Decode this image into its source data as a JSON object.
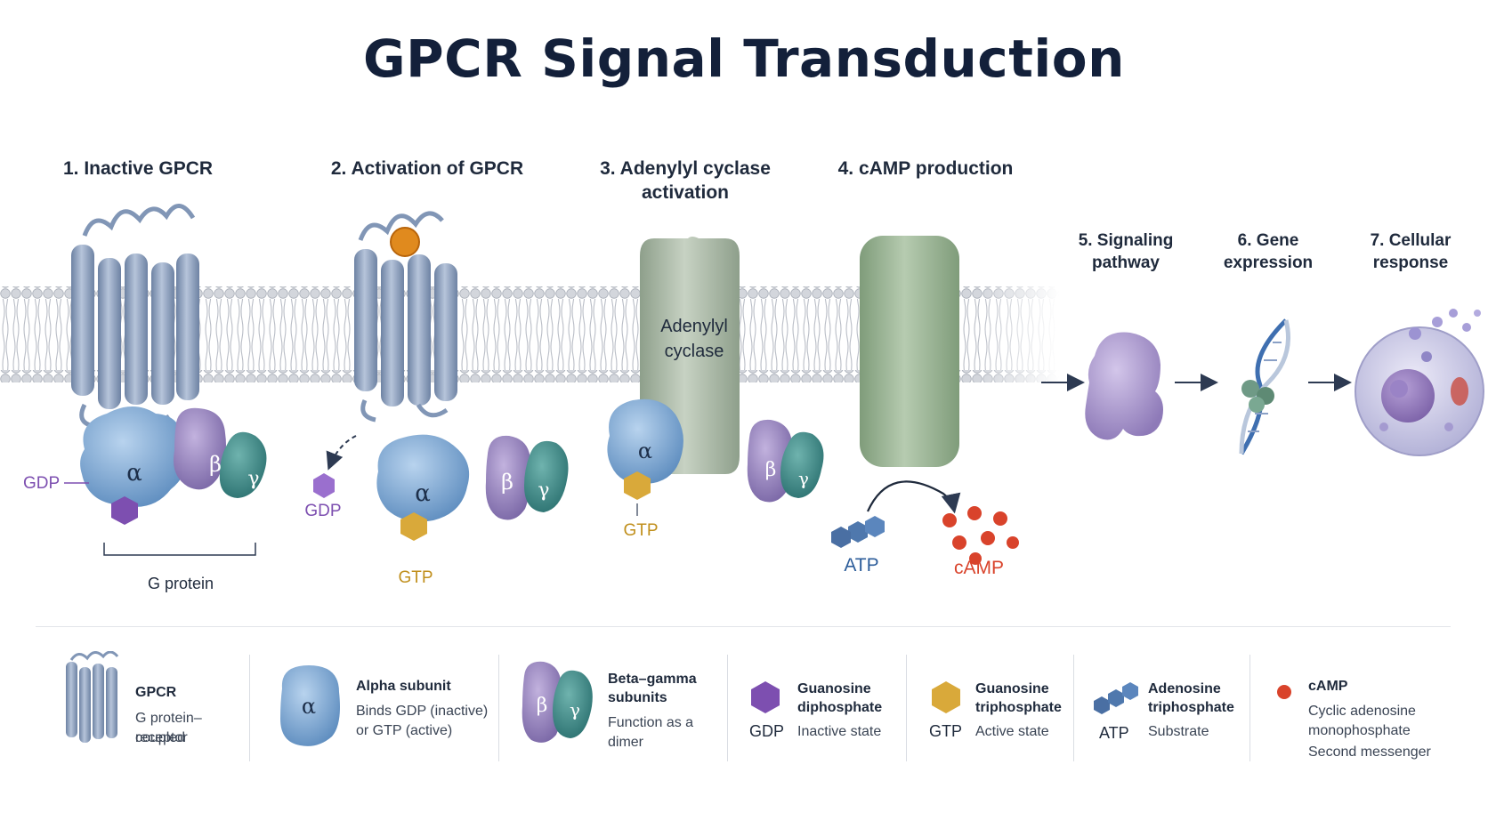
{
  "title": "GPCR Signal Transduction",
  "steps": {
    "s1": "1. Inactive GPCR",
    "s2": "2. Activation of GPCR",
    "s3_line1": "3. Adenylyl cyclase",
    "s3_line2": "activation",
    "s4": "4. cAMP production",
    "s5_line1": "5. Signaling",
    "s5_line2": "pathway",
    "s6_line1": "6. Gene",
    "s6_line2": "expression",
    "s7_line1": "7. Cellular",
    "s7_line2": "response"
  },
  "labels": {
    "gdp": "GDP",
    "gtp": "GTP",
    "atp": "ATP",
    "camp": "cAMP",
    "g_protein": "G protein",
    "adenylyl_line1": "Adenylyl",
    "adenylyl_line2": "cyclase",
    "alpha": "α",
    "beta": "β",
    "gamma": "γ"
  },
  "legend": {
    "gpcr": {
      "title": "GPCR",
      "line1": "G protein–coupled",
      "line2": "receptor"
    },
    "alpha": {
      "title": "Alpha subunit",
      "line1": "Binds GDP (inactive)",
      "line2": "or GTP (active)"
    },
    "betagamma": {
      "title_line1": "Beta–gamma",
      "title_line2": "subunits",
      "line1": "Function as a",
      "line2": "dimer"
    },
    "gdp": {
      "title_line1": "Guanosine",
      "title_line2": "diphosphate",
      "abbr": "GDP",
      "desc": "Inactive state"
    },
    "gtp": {
      "title_line1": "Guanosine",
      "title_line2": "triphosphate",
      "abbr": "GTP",
      "desc": "Active state"
    },
    "atp": {
      "title_line1": "Adenosine",
      "title_line2": "triphosphate",
      "abbr": "ATP",
      "desc": "Substrate"
    },
    "camp": {
      "title": "cAMP",
      "line1": "Cyclic adenosine",
      "line2": "monophosphate",
      "line3": "Second messenger"
    }
  },
  "colors": {
    "receptor": "#8fa3c0",
    "alpha": "#7fa9d3",
    "beta": "#9a86be",
    "gamma": "#3f8f8c",
    "gdp": "#7d4fb0",
    "gtp": "#d9a93a",
    "atp": "#4f78ad",
    "camp": "#d9432b",
    "cyclase": "#a9b8a6",
    "membrane": "#c9ccd3"
  }
}
